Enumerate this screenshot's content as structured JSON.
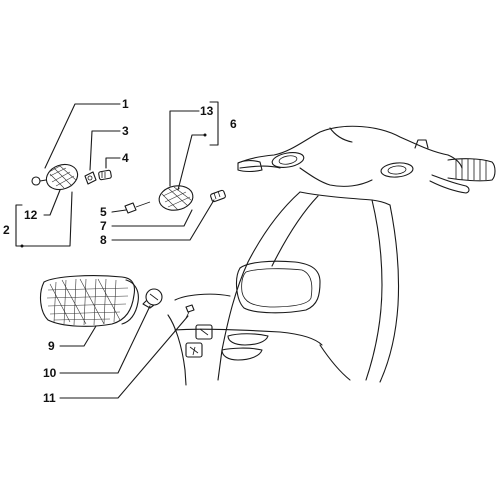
{
  "callouts": [
    {
      "id": "c1",
      "text": "1"
    },
    {
      "id": "c2",
      "text": "2"
    },
    {
      "id": "c3",
      "text": "3"
    },
    {
      "id": "c4",
      "text": "4"
    },
    {
      "id": "c5",
      "text": "5"
    },
    {
      "id": "c6",
      "text": "6"
    },
    {
      "id": "c7",
      "text": "7"
    },
    {
      "id": "c8",
      "text": "8"
    },
    {
      "id": "c9",
      "text": "9"
    },
    {
      "id": "c10",
      "text": "10"
    },
    {
      "id": "c11",
      "text": "11"
    },
    {
      "id": "c12",
      "text": "12"
    },
    {
      "id": "c13",
      "text": "13"
    }
  ],
  "icons": {
    "left-indicator": "turn-signal-lens-icon",
    "right-indicator": "turn-signal-lens-icon",
    "tail-light": "tail-light-lens-icon",
    "bulb": "bulb-icon",
    "screw": "screw-icon",
    "scooter": "scooter-front-shield-icon"
  }
}
